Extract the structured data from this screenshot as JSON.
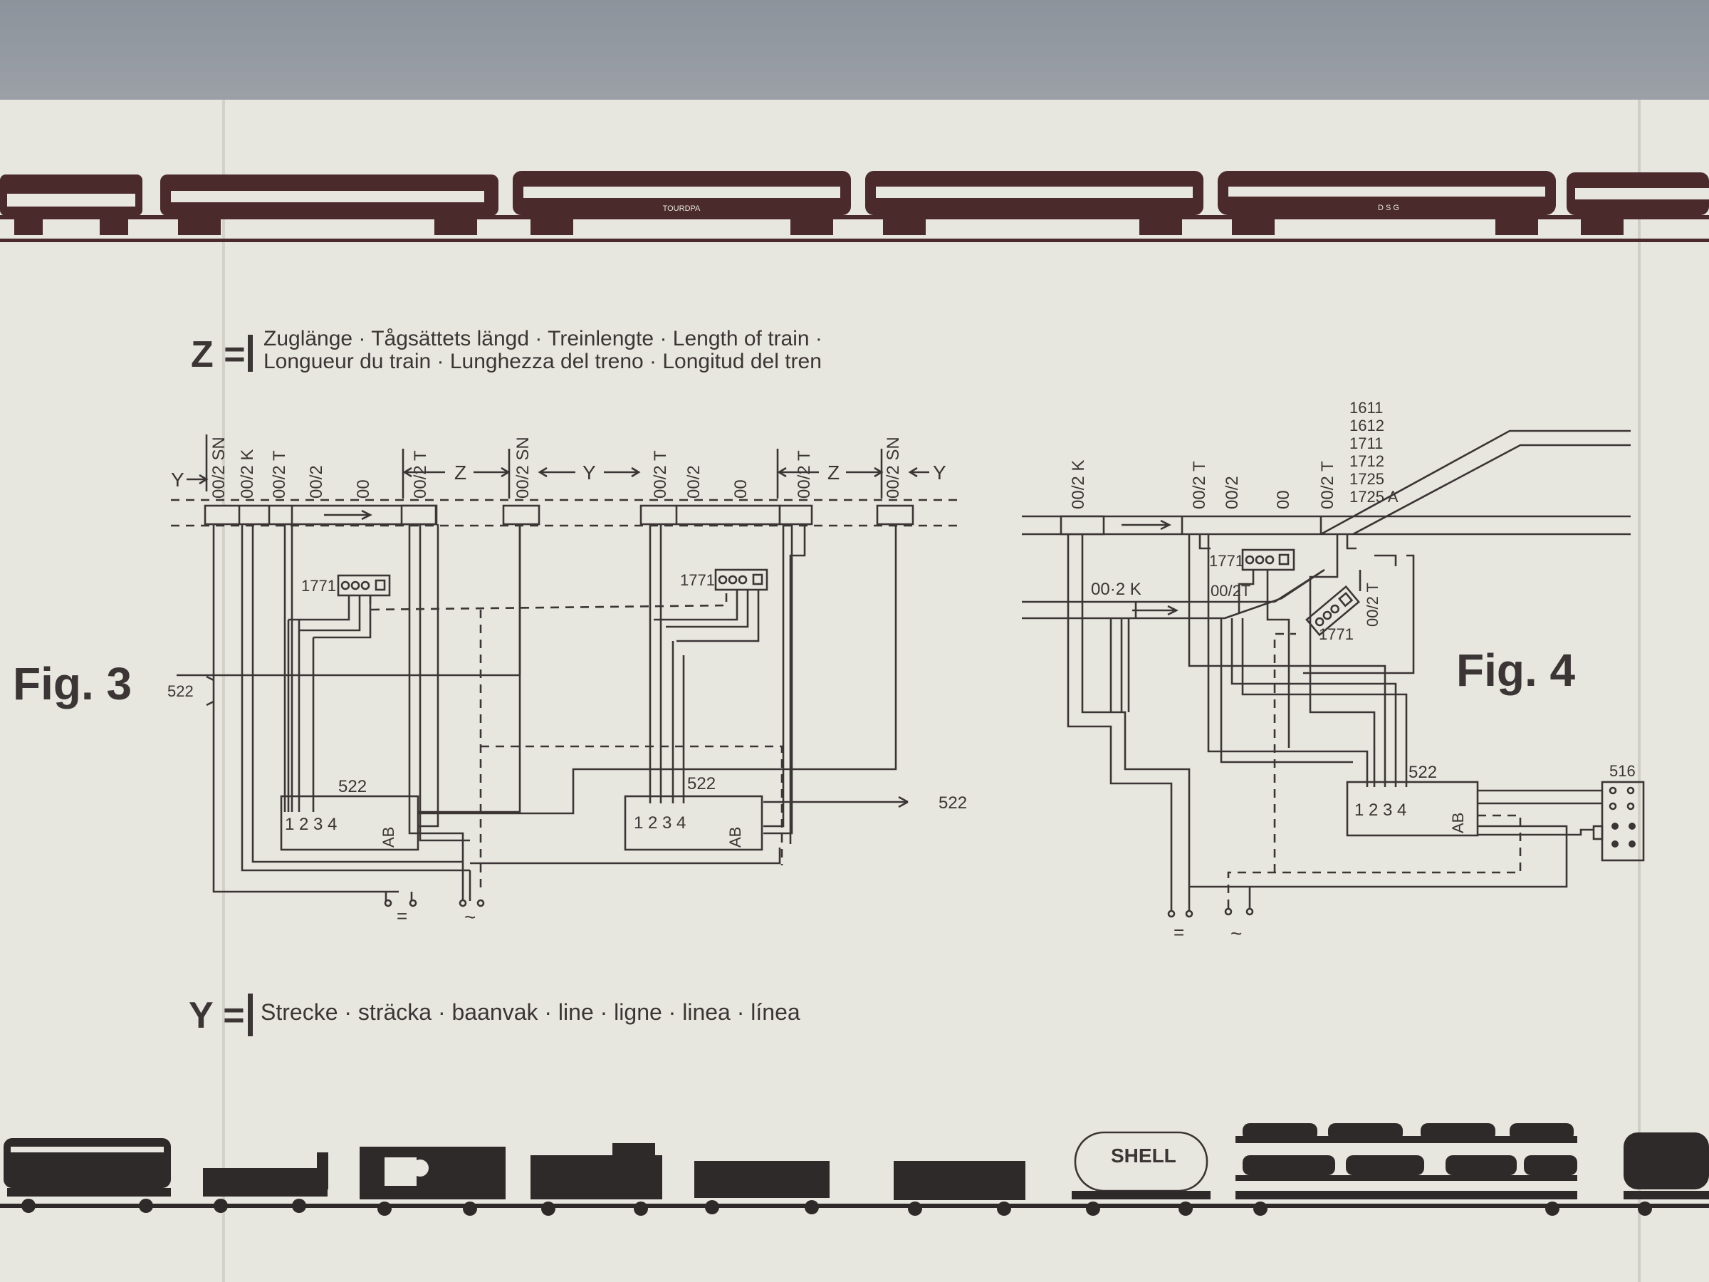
{
  "legend": {
    "z_symbol": "Z =",
    "z_line1": "Zuglänge · Tågsättets längd · Treinlengte · Length of train ·",
    "z_line2": "Longueur du train · Lunghezza del treno · Longitud del tren",
    "y_symbol": "Y =",
    "y_line": "Strecke · sträcka · baanvak · line · ligne · linea · línea"
  },
  "fig3": {
    "title": "Fig. 3",
    "left_track_labels": [
      "Y",
      "00/2 SN",
      "00/2 K",
      "00/2 T",
      "00/2",
      "00"
    ],
    "middle_labels": [
      "00/2 T",
      "Z",
      "00/2 SN",
      "Y"
    ],
    "right_track_labels": [
      "00/2 T",
      "00/2",
      "00",
      "00/2 T",
      "Z",
      "00/2 SN",
      "Y"
    ],
    "relay_left": "1771",
    "relay_right": "1771",
    "module_left": "522",
    "module_right": "522",
    "terminals": "1 2 3 4",
    "ab": "AB",
    "out_left": "522",
    "out_right": "522",
    "dc_symbol": "=",
    "ac_symbol": "~"
  },
  "fig4": {
    "title": "Fig. 4",
    "track_labels": [
      "00/2 K",
      "00/2 T",
      "00/2",
      "00",
      "00/2 T"
    ],
    "branch_parts": [
      "1611",
      "1612",
      "1711",
      "1712",
      "1725",
      "1725 A"
    ],
    "siding_k": "00·2 K",
    "siding_t": "00/2T",
    "relay_top": "1771",
    "relay_diag": "1771",
    "diag_t": "00/2 T",
    "module": "522",
    "terminals": "1 2 3 4",
    "ab": "AB",
    "box": "516",
    "dc_symbol": "=",
    "ac_symbol": "~"
  },
  "rolling_stock": {
    "coach_labels": [
      "TOURDPA",
      "D S G"
    ],
    "tank_label": "SHELL"
  }
}
